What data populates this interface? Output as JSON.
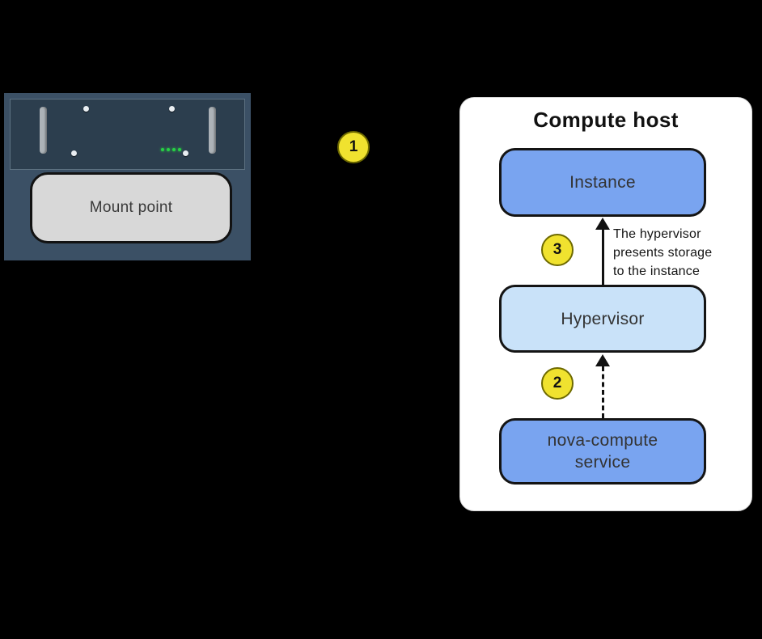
{
  "diagram": {
    "storage": {
      "mount_point": "Mount point"
    },
    "badge_1": "1",
    "badge_2": "2",
    "badge_3": "3",
    "compute_host": {
      "title": "Compute host",
      "instance": "Instance",
      "hypervisor": "Hypervisor",
      "nova_line1": "nova-compute",
      "nova_line2": "service",
      "note_lines": [
        "The hypervisor",
        "presents storage",
        "to the instance"
      ]
    },
    "colors": {
      "background": "#000000",
      "panel": "#ffffff",
      "box_blue": "#79a4f0",
      "box_light_blue": "#c9e2f9",
      "mount_gray": "#d8d8d8",
      "badge_yellow": "#f0e22f",
      "chassis": "#3b5065",
      "chassis_inner": "#2c3e4e",
      "led_green": "#27d145",
      "arrow_black": "#111111"
    }
  }
}
